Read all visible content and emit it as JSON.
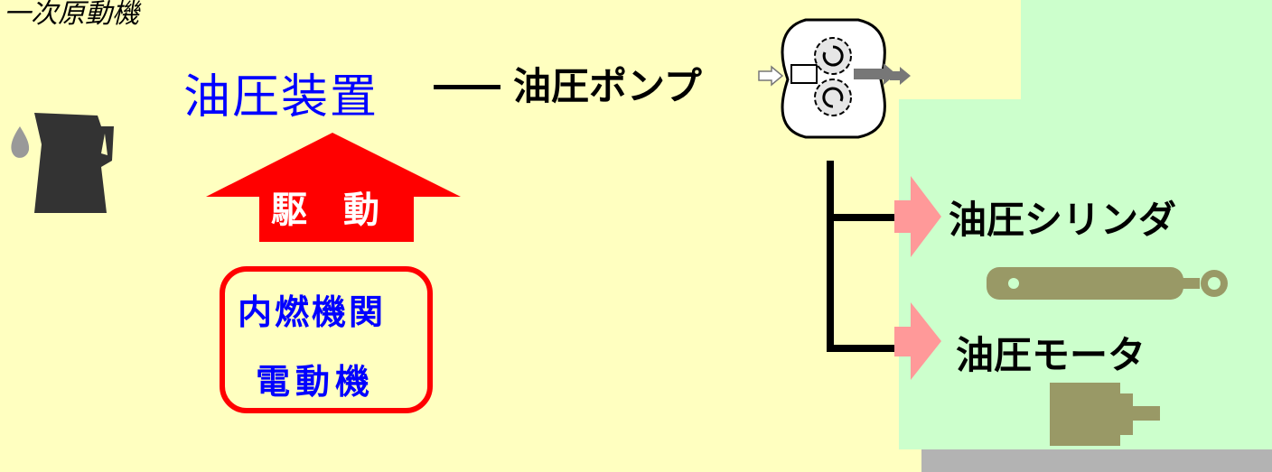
{
  "top_label": "一次原動機",
  "main_title": "油圧装置",
  "pump_label": "油圧ポンプ",
  "drive_label": "駆　動",
  "engine_lines": [
    "内燃機関",
    "電動機"
  ],
  "actuators": {
    "cylinder_label": "油圧シリンダ",
    "motor_label": "油圧モータ"
  },
  "colors": {
    "background": "#ffffc0",
    "panel": "#ccffcc",
    "title": "#0000ff",
    "drive_arrow": "#ff0000",
    "flow_arrow": "#ff9999",
    "actuator": "#999966",
    "oil_can": "#333333"
  },
  "icons": [
    "oil-can-icon",
    "gear-pump-icon",
    "hydraulic-cylinder-icon",
    "hydraulic-motor-icon"
  ]
}
